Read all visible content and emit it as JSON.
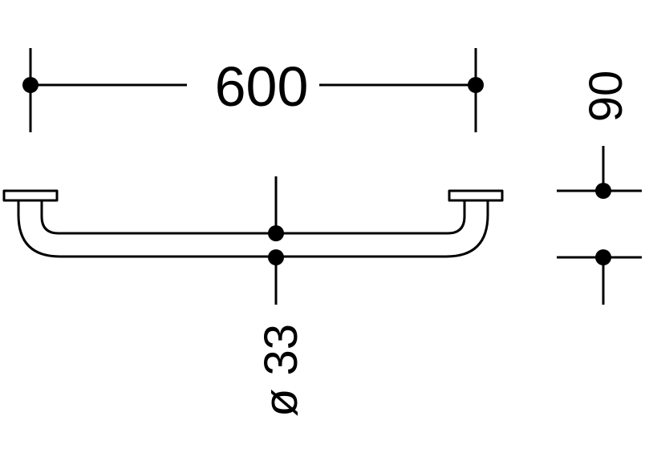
{
  "drawing": {
    "dimensions": {
      "length": "600",
      "offset": "90",
      "diameter": "ø 33"
    },
    "colors": {
      "line": "#000000",
      "background": "#ffffff"
    }
  }
}
